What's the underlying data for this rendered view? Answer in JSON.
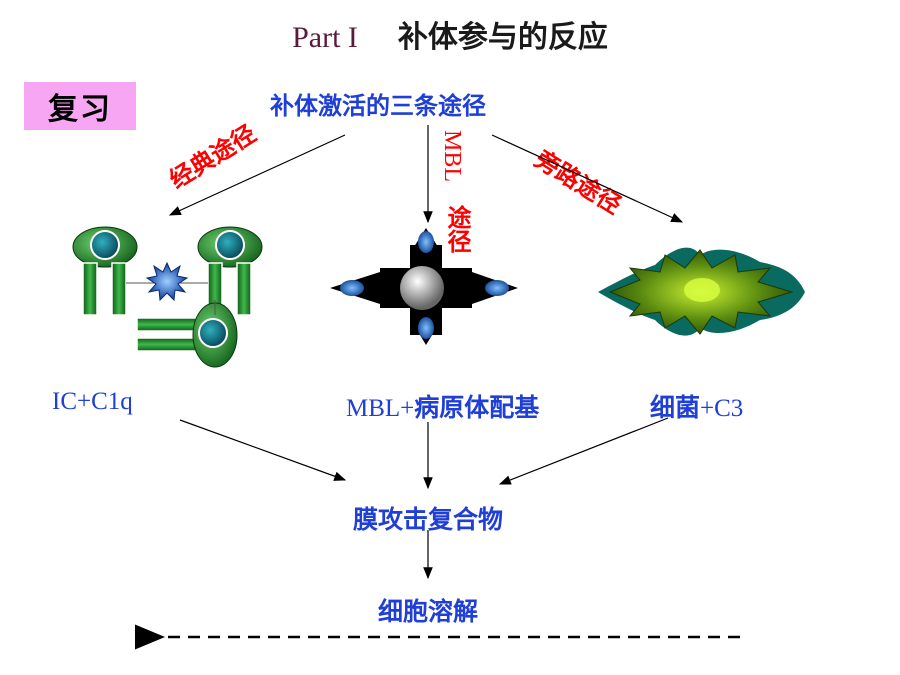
{
  "title": {
    "part": "Part I",
    "text": "补体参与的反应"
  },
  "review_badge": "复习",
  "top_label": "补体激活的三条途径",
  "pathways": {
    "classic": "经典途径",
    "mbl_en": "MBL",
    "mbl_cn": "途径",
    "alternative": "旁路途径"
  },
  "inputs": {
    "left": "IC+C1q",
    "middle_en": "MBL+",
    "middle_cn": "病原体配基",
    "right_cn": "细菌",
    "right_en": "+C3"
  },
  "mac": "膜攻击复合物",
  "result": "细胞溶解",
  "colors": {
    "blue_text": "#1f3fd6",
    "red_text": "#ff0000",
    "badge_bg": "#f7a6f4",
    "antibody_green": "#1f8a2a",
    "antigen_blue": "#1f5fd6"
  }
}
